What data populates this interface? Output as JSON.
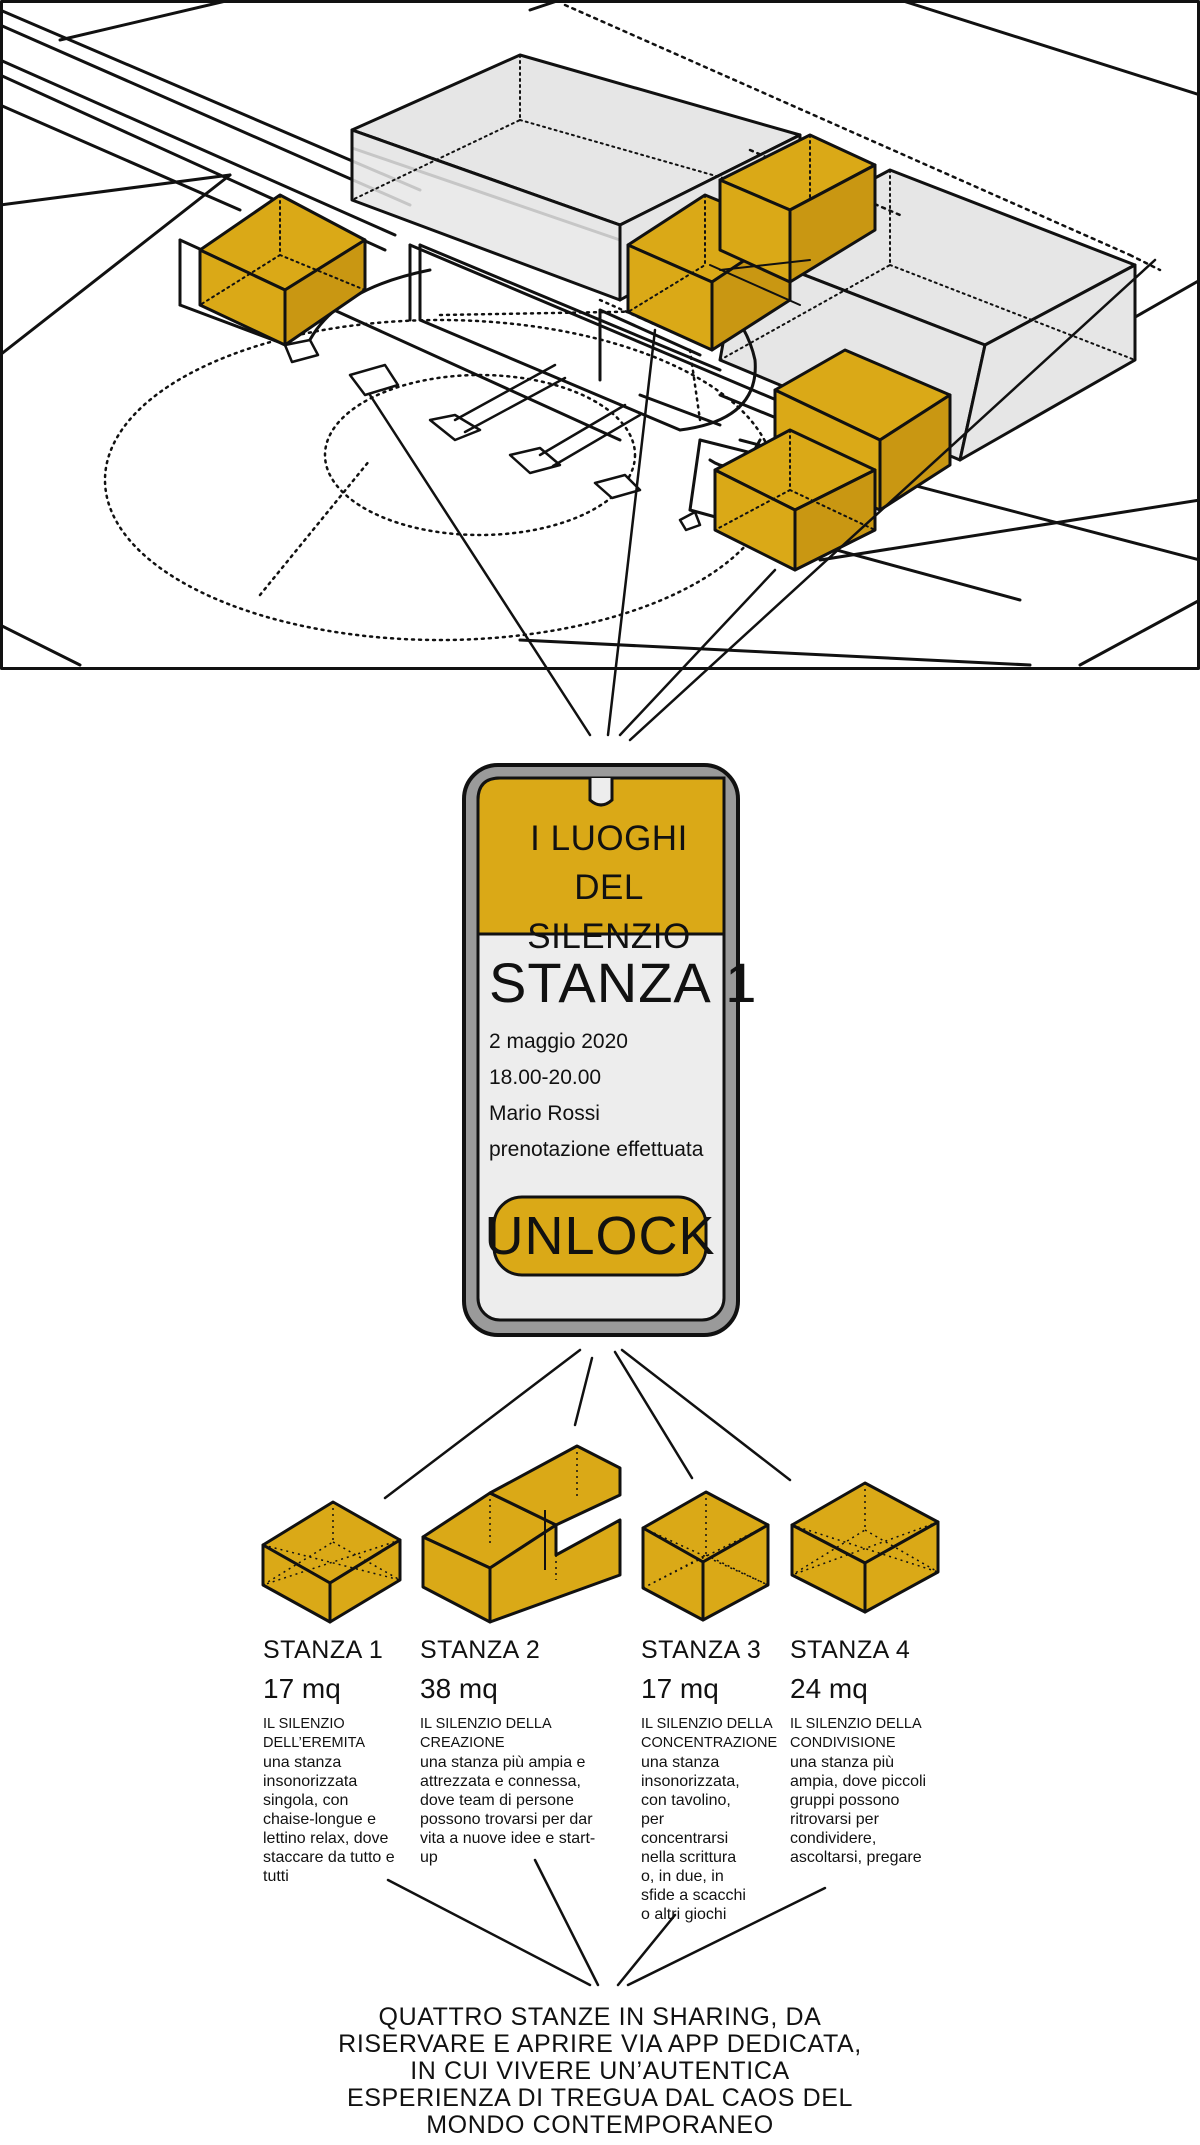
{
  "colors": {
    "accent": "#DAA917",
    "accent_dark": "#C99712",
    "gray_box": "#E6E6E6",
    "phone_body": "#9A9A9A",
    "screen": "#EDEDED",
    "line": "#111111"
  },
  "phone": {
    "title": "I LUOGHI DEL SILENZIO",
    "room": "STANZA 1",
    "date": "2 maggio 2020",
    "time": "18.00-20.00",
    "user": "Mario Rossi",
    "status": "prenotazione effettuata",
    "unlock_label": "UNLOCK"
  },
  "rooms": [
    {
      "name": "STANZA 1",
      "area": "17 mq",
      "subtitle": "IL SILENZIO DELL’EREMITA",
      "description": "una stanza insonorizzata singola, con chaise-longue e lettino relax, dove staccare da tutto e tutti"
    },
    {
      "name": "STANZA 2",
      "area": "38 mq",
      "subtitle": "IL SILENZIO DELLA CREAZIONE",
      "description": "una stanza più ampia e attrezzata e connessa, dove team di persone possono trovarsi per dar vita a nuove idee  e start-up"
    },
    {
      "name": "STANZA 3",
      "area": "17 mq",
      "subtitle": "IL SILENZIO DELLA CONCENTRAZIONE",
      "description": "una stanza insonorizzata, con tavolino, per concentrarsi nella scrittura o, in due, in sfide a scacchi o altri giochi"
    },
    {
      "name": "STANZA 4",
      "area": "24 mq",
      "subtitle": "IL SILENZIO DELLA CONDIVISIONE",
      "description": "una stanza più ampia, dove piccoli gruppi possono ritrovarsi per condividere, ascoltarsi, pregare"
    }
  ],
  "summary": "QUATTRO STANZE IN SHARING, DA RISERVARE E APRIRE VIA APP DEDICATA, IN CUI VIVERE UN’AUTENTICA ESPERIENZA DI TREGUA DAL CAOS DEL MONDO CONTEMPORANEO"
}
